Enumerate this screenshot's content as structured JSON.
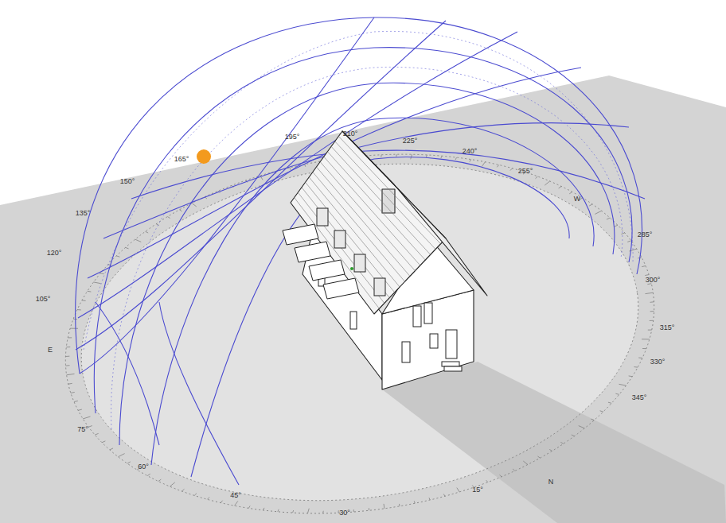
{
  "diagram": {
    "labels": [
      "165°",
      "195°",
      "210°",
      "225°",
      "240°",
      "255°",
      "W",
      "285°",
      "300°",
      "315°",
      "330°",
      "345°",
      "N",
      "15°",
      "30°",
      "45°",
      "60°",
      "75°",
      "E",
      "105°",
      "120°",
      "135°",
      "150°"
    ]
  }
}
